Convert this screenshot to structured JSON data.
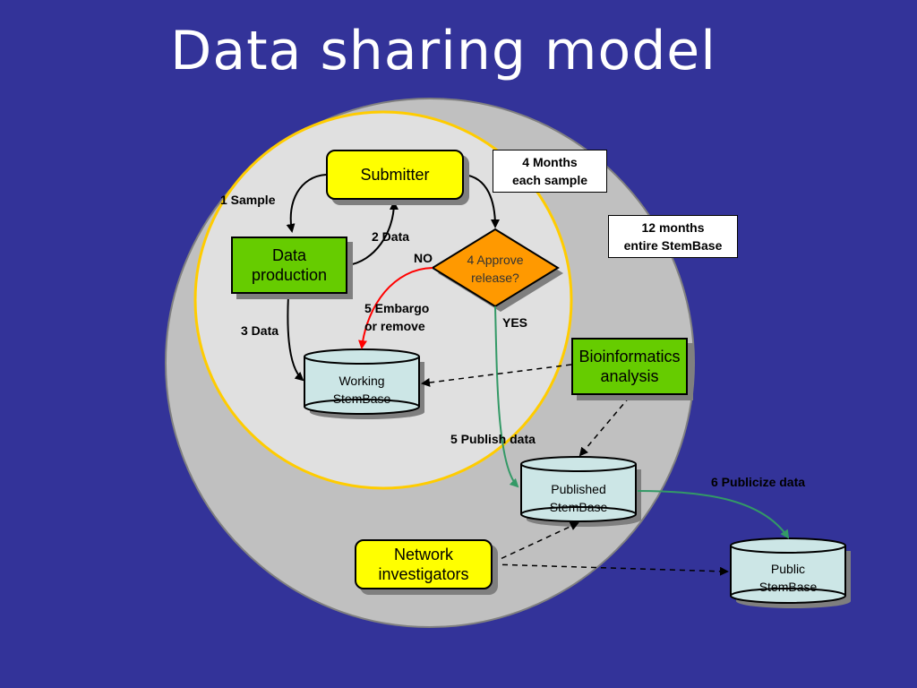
{
  "title": "Data sharing model",
  "nodes": {
    "submitter": "Submitter",
    "data_production": "Data\nproduction",
    "approve": "4 Approve\nrelease?",
    "working": "Working\nStemBase",
    "bioinformatics": "Bioinformatics\nanalysis",
    "published": "Published\nStemBase",
    "network": "Network\ninvestigators",
    "public": "Public\nStemBase"
  },
  "notes": {
    "four_months": "4 Months\neach sample",
    "twelve_months": "12 months\nentire StemBase"
  },
  "edge_labels": {
    "sample": "1 Sample",
    "data2": "2 Data",
    "data3": "3 Data",
    "no": "NO",
    "yes": "YES",
    "embargo": "5 Embargo\nor remove",
    "publish": "5 Publish data",
    "publicize": "6 Publicize data"
  },
  "colors": {
    "background": "#333399",
    "outer_circle": "#c0c0c0",
    "inner_circle": "#e0e0e0",
    "inner_border": "#ffcc00",
    "yellow_box": "#ffff00",
    "green_box": "#66cc00",
    "diamond": "#ff9900",
    "cylinder": "#cce6e6",
    "red_arrow": "#ff0000",
    "green_arrow": "#339966"
  }
}
